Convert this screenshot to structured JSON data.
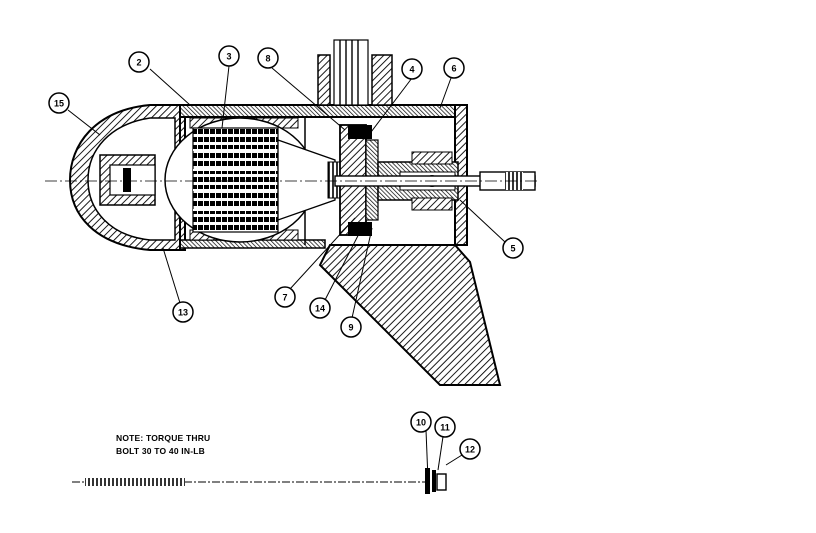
{
  "note": {
    "line1": "NOTE: TORQUE THRU",
    "line2": "BOLT 30 TO 40 IN-LB"
  },
  "callouts": [
    {
      "label": "2"
    },
    {
      "label": "3"
    },
    {
      "label": "8"
    },
    {
      "label": "4"
    },
    {
      "label": "6"
    },
    {
      "label": "15"
    },
    {
      "label": "5"
    },
    {
      "label": "7"
    },
    {
      "label": "14"
    },
    {
      "label": "9"
    },
    {
      "label": "13"
    },
    {
      "label": "10"
    },
    {
      "label": "11"
    },
    {
      "label": "12"
    }
  ],
  "colors": {
    "ink": "#000000",
    "paper": "#ffffff"
  }
}
